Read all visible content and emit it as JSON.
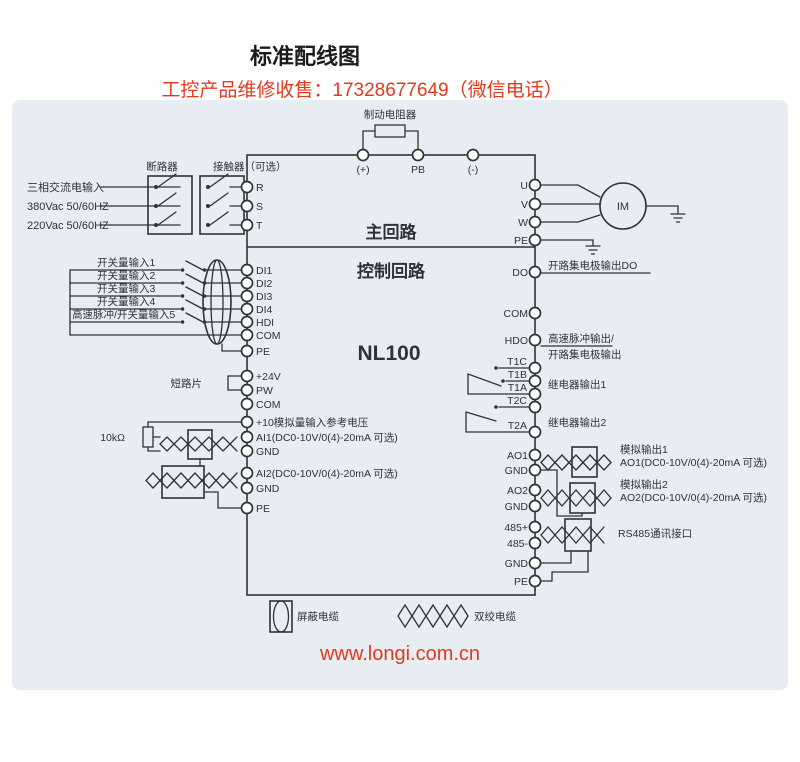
{
  "title": "标准配线图",
  "contact": "工控产品维修收售：17328677649（微信电话）",
  "website": "www.longi.com.cn",
  "box": {
    "main": "主回路",
    "control": "控制回路",
    "model": "NL100"
  },
  "power": {
    "input1": "三相交流电输入",
    "input2": "380Vac 50/60HZ",
    "input3": "220Vac 50/60HZ",
    "breaker": "断路器",
    "contactor": "接触器（可选）",
    "r": "R",
    "s": "S",
    "t": "T"
  },
  "brake": {
    "label": "制动电阻器",
    "plus": "(+)",
    "pb": "PB",
    "minus": "(-)"
  },
  "motor": {
    "label": "IM",
    "u": "U",
    "v": "V",
    "w": "W",
    "pe": "PE"
  },
  "di": {
    "in1": "开关量输入1",
    "in2": "开关量输入2",
    "in3": "开关量输入3",
    "in4": "开关量输入4",
    "in5": "高速脉冲/开关量输入5",
    "t1": "DI1",
    "t2": "DI2",
    "t3": "DI3",
    "t4": "DI4",
    "t5": "HDI",
    "com": "COM",
    "pe": "PE"
  },
  "supply": {
    "jumper": "短路片",
    "v24": "+24V",
    "pw": "PW",
    "com": "COM"
  },
  "ai": {
    "pot": "10kΩ",
    "ref": "+10模拟量输入参考电压",
    "ai1": "AI1(DC0-10V/0(4)-20mA 可选)",
    "gnd1": "GND",
    "ai2": "AI2(DC0-10V/0(4)-20mA 可选)",
    "gnd2": "GND",
    "pe": "PE"
  },
  "dout": {
    "do": "DO",
    "do_note": "开路集电极输出DO",
    "com": "COM",
    "hdo": "HDO",
    "hdo_note1": "高速脉冲输出/",
    "hdo_note2": "开路集电极输出"
  },
  "relay": {
    "t1c": "T1C",
    "t1b": "T1B",
    "t1a": "T1A",
    "note1": "继电器输出1",
    "t2c": "T2C",
    "t2a": "T2A",
    "note2": "继电器输出2"
  },
  "ao": {
    "ao1": "AO1",
    "gnd1": "GND",
    "note1a": "模拟输出1",
    "note1b": "AO1(DC0-10V/0(4)-20mA 可选)",
    "ao2": "AO2",
    "gnd2": "GND",
    "note2a": "模拟输出2",
    "note2b": "AO2(DC0-10V/0(4)-20mA 可选)"
  },
  "comm": {
    "p": "485+",
    "n": "485-",
    "gnd": "GND",
    "pe": "PE",
    "note": "RS485通讯接口"
  },
  "legend": {
    "shield": "屏蔽电缆",
    "twisted": "双绞电缆"
  },
  "colors": {
    "accent_red": "#e23a1e",
    "panel_bg": "#e8edf4",
    "line": "#2f3338"
  }
}
